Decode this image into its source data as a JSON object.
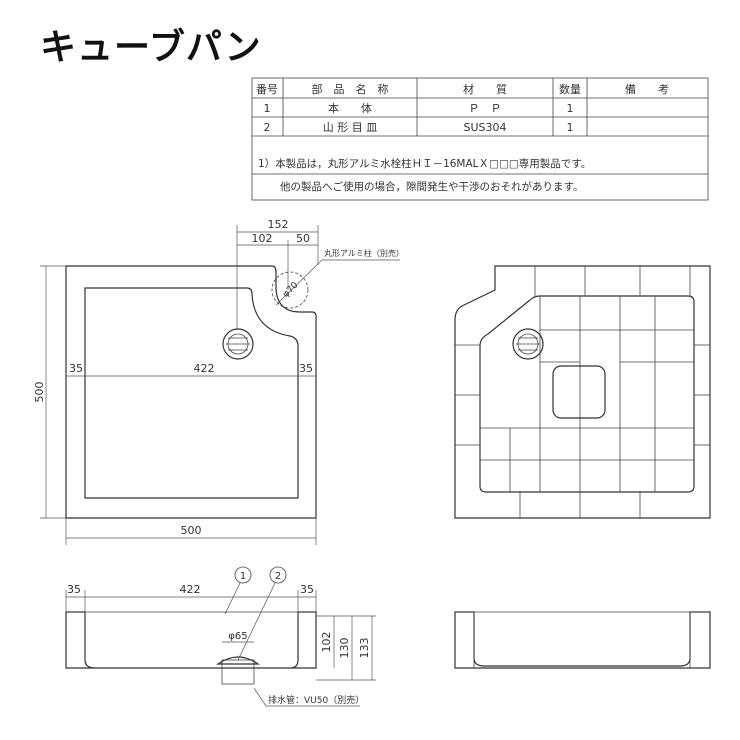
{
  "title": "キューブパン",
  "parts_table": {
    "headers": [
      "番号",
      "部　品　名　称",
      "材　　質",
      "数量",
      "備　　考"
    ],
    "rows": [
      [
        "1",
        "本　　体",
        "Ｐ　Ｐ",
        "1",
        ""
      ],
      [
        "2",
        "山 形 目 皿",
        "SUS304",
        "1",
        ""
      ]
    ],
    "notes": [
      "1）本製品は，丸形アルミ水栓柱ＨＩ－16MALＸ□□□専用製品です。",
      "他の製品へご使用の場合，隙間発生や干渉のおそれがあります。"
    ]
  },
  "plan_view": {
    "dim_152": "152",
    "dim_102": "102",
    "dim_50": "50",
    "post_label": "丸形アルミ柱（別売）",
    "dim_phi70": "φ70",
    "dim_500_v": "500",
    "dim_500_h": "500",
    "dim_422": "422",
    "dim_35_l": "35",
    "dim_35_r": "35"
  },
  "section_view": {
    "callout_1": "1",
    "callout_2": "2",
    "dim_35_l": "35",
    "dim_422": "422",
    "dim_35_r": "35",
    "dim_phi65": "φ65",
    "dim_102": "102",
    "dim_130": "130",
    "dim_133": "133",
    "drain_label": "排水管：VU50（別売）"
  }
}
